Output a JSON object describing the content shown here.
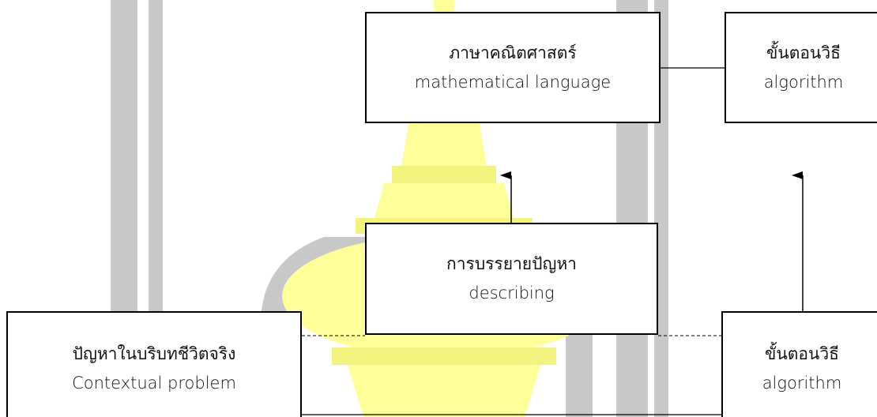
{
  "diagram": {
    "nodes": {
      "mathematical_language": {
        "thai": "ภาษาคณิตศาสตร์",
        "english": "mathematical language"
      },
      "algorithm_top": {
        "thai": "ขั้นตอนวิธี",
        "english": "algorithm"
      },
      "describing": {
        "thai": "การบรรยายปัญหา",
        "english": "describing"
      },
      "contextual_problem": {
        "thai": "ปัญหาในบริบทชีวิตจริง",
        "english": "Contextual problem"
      },
      "algorithm_bottom": {
        "thai": "ขั้นตอนวิธี",
        "english": "algorithm"
      }
    },
    "edges": [
      {
        "from": "mathematical_language",
        "to": "algorithm_top",
        "style": "solid"
      },
      {
        "from": "describing",
        "to": "mathematical_language",
        "style": "arrow"
      },
      {
        "from": "algorithm_bottom",
        "to": "algorithm_top",
        "style": "arrow"
      },
      {
        "from": "contextual_problem",
        "to": "describing",
        "style": "dashed"
      },
      {
        "from": "describing",
        "to": "algorithm_bottom",
        "style": "dashed"
      },
      {
        "from": "contextual_problem",
        "to": "algorithm_bottom",
        "style": "solid"
      }
    ],
    "colors": {
      "watermark_yellow": "#FFFF99",
      "watermark_gray": "#C8C8C8",
      "box_border": "#000000"
    }
  }
}
